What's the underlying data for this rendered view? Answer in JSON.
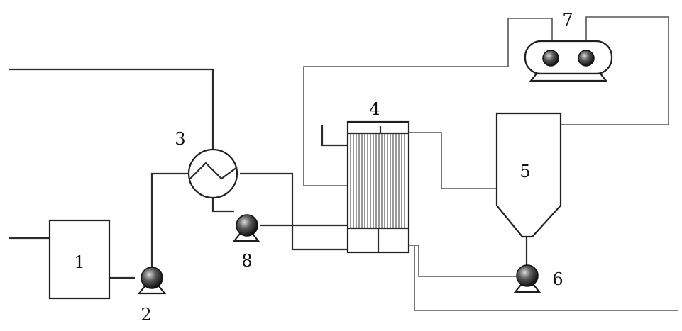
{
  "diagram": {
    "labels": {
      "unit_1": "1",
      "unit_2": "2",
      "unit_3": "3",
      "unit_4": "4",
      "unit_5": "5",
      "unit_6": "6",
      "unit_7": "7",
      "unit_8": "8"
    }
  }
}
